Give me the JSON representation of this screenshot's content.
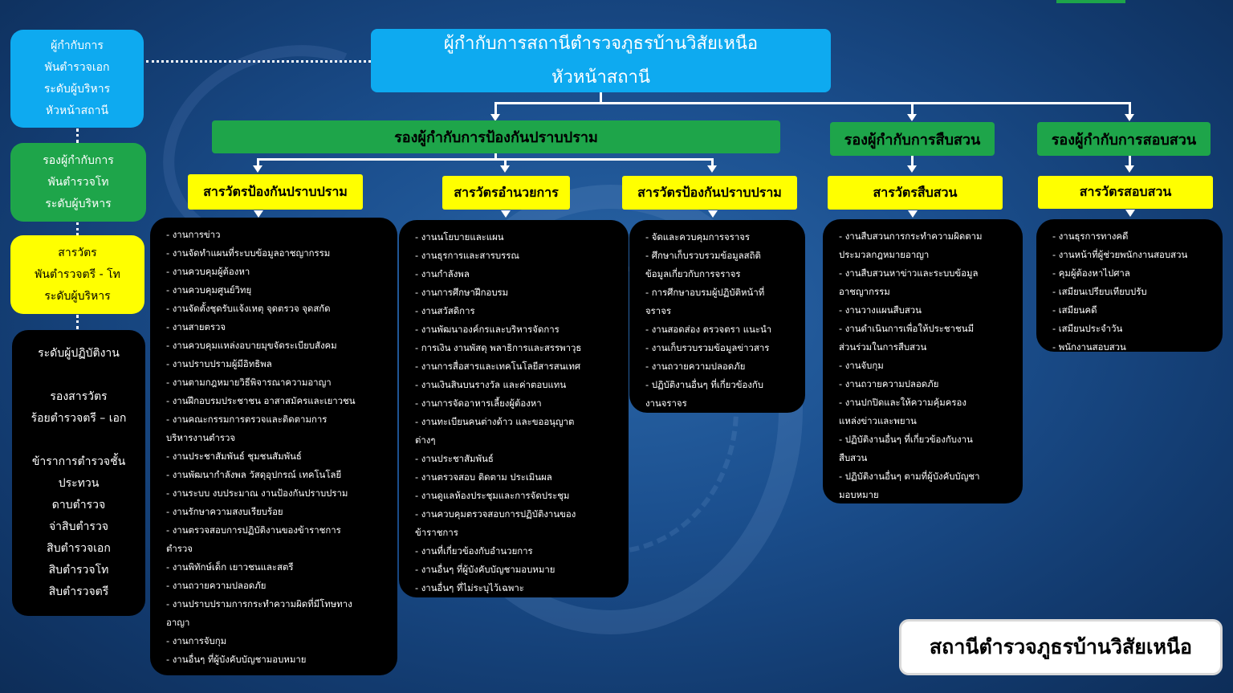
{
  "legend": {
    "commander": [
      "ผู้กำกับการ",
      "พันตำรวจเอก",
      "ระดับผู้บริหาร",
      "หัวหน้าสถานี"
    ],
    "deputy": [
      "รองผู้กำกับการ",
      "พันตำรวจโท",
      "ระดับผู้บริหาร"
    ],
    "inspector": [
      "สารวัตร",
      "พันตำรวจตรี - โท",
      "ระดับผู้บริหาร"
    ],
    "operational": [
      "ระดับผู้ปฏิบัติงาน",
      "",
      "รองสารวัตร",
      "ร้อยตำรวจตรี – เอก",
      "",
      "ข้าราการตำรวจชั้น",
      "ประทวน",
      "ดาบตำรวจ",
      "จ่าสิบตำรวจ",
      "สิบตำรวจเอก",
      "สิบตำรวจโท",
      "สิบตำรวจตรี"
    ]
  },
  "top": {
    "title": "ผู้กำกับการสถานีตำรวจภูธรบ้านวิสัยเหนือ",
    "subtitle": "หัวหน้าสถานี"
  },
  "deputies": {
    "prevention": "รองผู้กำกับการป้องกันปราบปราม",
    "investigation": "รองผู้กำกับการสืบสวน",
    "inquiry": "รองผู้กำกับการสอบสวน"
  },
  "inspectors": {
    "prevention": "สารวัตรป้องกันปราบปราม",
    "admin": "สารวัตรอำนวยการ",
    "traffic": "สารวัตรป้องกันปราบปราม",
    "investigation": "สารวัตรสืบสวน",
    "inquiry": "สารวัตรสอบสวน"
  },
  "tasks": {
    "prevention": [
      "- งานการข่าว",
      "- งานจัดทำแผนที่ระบบข้อมูลอาชญากรรม",
      "- งานควบคุมผู้ต้องหา",
      "- งานควบคุมศูนย์วิทยุ",
      "- งานจัดตั้งชุดรับแจ้งเหตุ จุดตรวจ จุดสกัด",
      "- งานสายตรวจ",
      "- งานควบคุมแหล่งอบายมุขจัดระเบียบสังคม",
      "- งานปราบปรามผู้มีอิทธิพล",
      "- งานตามกฎหมายวิธีพิจารณาความอาญา",
      "- งานฝึกอบรมประชาชน อาสาสมัครและเยาวชน",
      "- งานคณะกรรมการตรวจและติดตามการ",
      "บริหารงานตำรวจ",
      "- งานประชาสัมพันธ์ ชุมชนสัมพันธ์",
      "- งานพัฒนากำลังพล วัสดุอุปกรณ์ เทคโนโลยี",
      "- งานระบบ งบประมาณ งานป้องกันปราบปราม",
      "- งานรักษาความสงบเรียบร้อย",
      "- งานตรวจสอบการปฏิบัติงานของข้าราชการ",
      "ตำรวจ",
      "- งานพิทักษ์เด็ก เยาวชนและสตรี",
      "- งานถวายความปลอดภัย",
      "- งานปราบปรามการกระทำความผิดที่มีโทษทาง",
      "อาญา",
      "- งานการจับกุม",
      "- งานอื่นๆ ที่ผู้บังคับบัญชามอบหมาย"
    ],
    "admin": [
      "- งานนโยบายและแผน",
      "- งานธุรการและสารบรรณ",
      "- งานกำลังพล",
      "- งานการศึกษาฝึกอบรม",
      "- งานสวัสดิการ",
      "- งานพัฒนาองค์กรและบริหารจัดการ",
      "- การเงิน งานพัสดุ พลาธิการและสรรพาวุธ",
      "- งานการสื่อสารและเทคโนโลยีสารสนเทศ",
      "- งานเงินสินบนรางวัล และค่าตอบแทน",
      "- งานการจัดอาหารเลี้ยงผู้ต้องหา",
      "- งานทะเบียนคนต่างด้าว และขออนุญาต",
      "ต่างๆ",
      "- งานประชาสัมพันธ์",
      "- งานตรวจสอบ ติดตาม ประเมินผล",
      "- งานดูแลห้องประชุมและการจัดประชุม",
      "- งานควบคุมตรวจสอบการปฏิบัติงานของ",
      "ข้าราชการ",
      "- งานที่เกี่ยวข้องกับอำนวยการ",
      "- งานอื่นๆ ที่ผู้บังคับบัญชามอบหมาย",
      "- งานอื่นๆ ที่ไม่ระบุไว้เฉพาะ"
    ],
    "traffic": [
      "- จัดและควบคุมการจราจร",
      "- ศึกษาเก็บรวบรวมข้อมูลสถิติ",
      "ข้อมูลเกี่ยวกับการจราจร",
      "- การศึกษาอบรมผู้ปฏิบัติหน้าที่",
      "จราจร",
      "- งานสอดส่อง ตรวจตรา แนะนำ",
      "- งานเก็บรวบรวมข้อมูลข่าวสาร",
      "- งานถวายความปลอดภัย",
      "- ปฏิบัติงานอื่นๆ ที่เกี่ยวข้องกับ",
      "งานจราจร"
    ],
    "investigation": [
      "- งานสืบสวนการกระทำความผิดตาม",
      "ประมวลกฎหมายอาญา",
      "- งานสืบสวนหาข่าวและระบบข้อมูล",
      "อาชญากรรม",
      "- งานวางแผนสืบสวน",
      "- งานดำเนินการเพื่อให้ประชาชนมี",
      "ส่วนร่วมในการสืบสวน",
      "- งานจับกุม",
      "- งานถวายความปลอดภัย",
      "- งานปกปิดและให้ความคุ้มครอง",
      "แหล่งข่าวและพยาน",
      "- ปฏิบัติงานอื่นๆ ที่เกี่ยวข้องกับงาน",
      "สืบสวน",
      "- ปฏิบัติงานอื่นๆ ตามที่ผู้บังคับบัญชา",
      "มอบหมาย"
    ],
    "inquiry": [
      "- งานธุรการทางคดี",
      "- งานหน้าที่ผู้ช่วยพนักงานสอบสวน",
      "- คุมผู้ต้องหาไปศาล",
      "- เสมียนเปรียบเทียบปรับ",
      "- เสมียนคดี",
      "- เสมียนประจำวัน",
      "- พนักงานสอบสวน"
    ]
  },
  "station_name": "สถานีตำรวจภูธรบ้านวิสัยเหนือ"
}
